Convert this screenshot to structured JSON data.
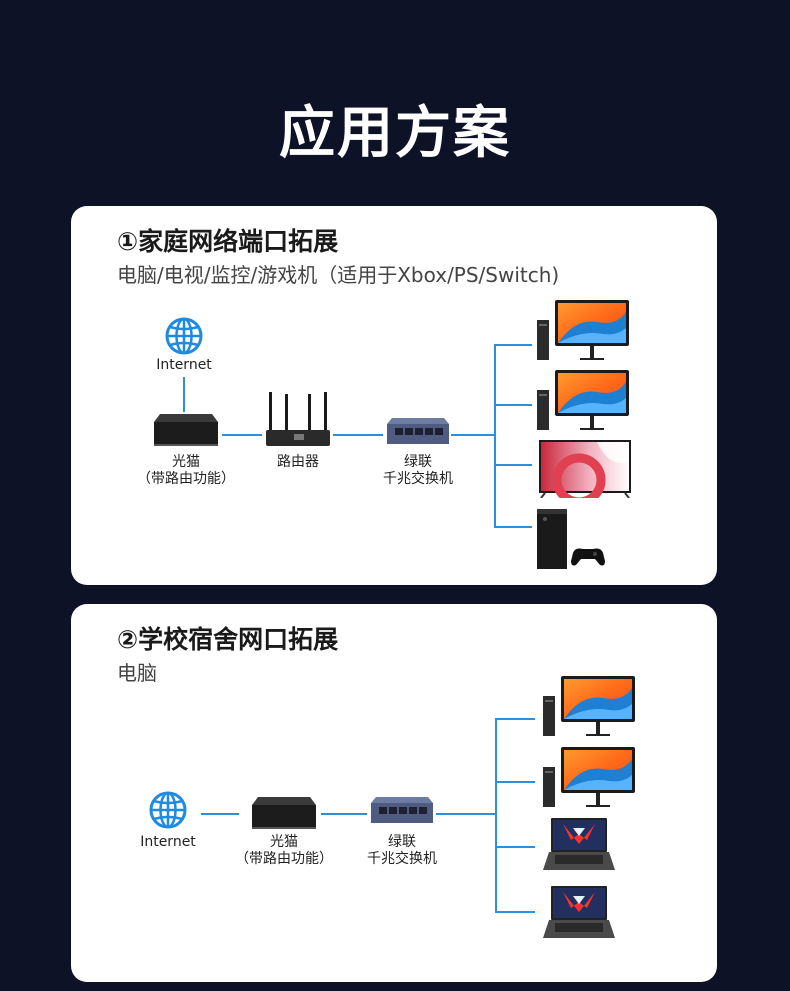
{
  "title": "应用方案",
  "scenario1": {
    "title": "①家庭网络端口拓展",
    "subtitle": "电脑/电视/监控/游戏机（适用于Xbox/PS/Switch)",
    "internet": "Internet",
    "modem": {
      "label": "光猫",
      "note": "（带路由功能）"
    },
    "router": {
      "label": "路由器"
    },
    "switch": {
      "brand": "绿联",
      "label": "千兆交换机"
    }
  },
  "scenario2": {
    "title": "②学校宿舍网口拓展",
    "subtitle": "电脑",
    "internet": "Internet",
    "modem": {
      "label": "光猫",
      "note": "（带路由功能）"
    },
    "switch": {
      "brand": "绿联",
      "label": "千兆交换机"
    }
  },
  "colors": {
    "background": "#0e1226",
    "card": "#ffffff",
    "wire": "#2b8fde"
  }
}
